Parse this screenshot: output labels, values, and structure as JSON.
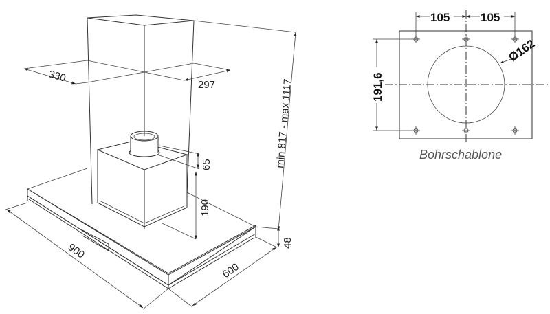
{
  "hood_drawing": {
    "dimensions": {
      "chimney_depth": "330",
      "chimney_width": "297",
      "height_range": "min 817 - max 1117",
      "collar_height": "65",
      "motor_box_height": "190",
      "hood_thickness": "48",
      "hood_width": "900",
      "hood_depth": "600"
    }
  },
  "template_drawing": {
    "spacing_left": "105",
    "spacing_right": "105",
    "vertical_spacing": "191,6",
    "diameter": "Ø162",
    "caption": "Bohrschablone"
  }
}
